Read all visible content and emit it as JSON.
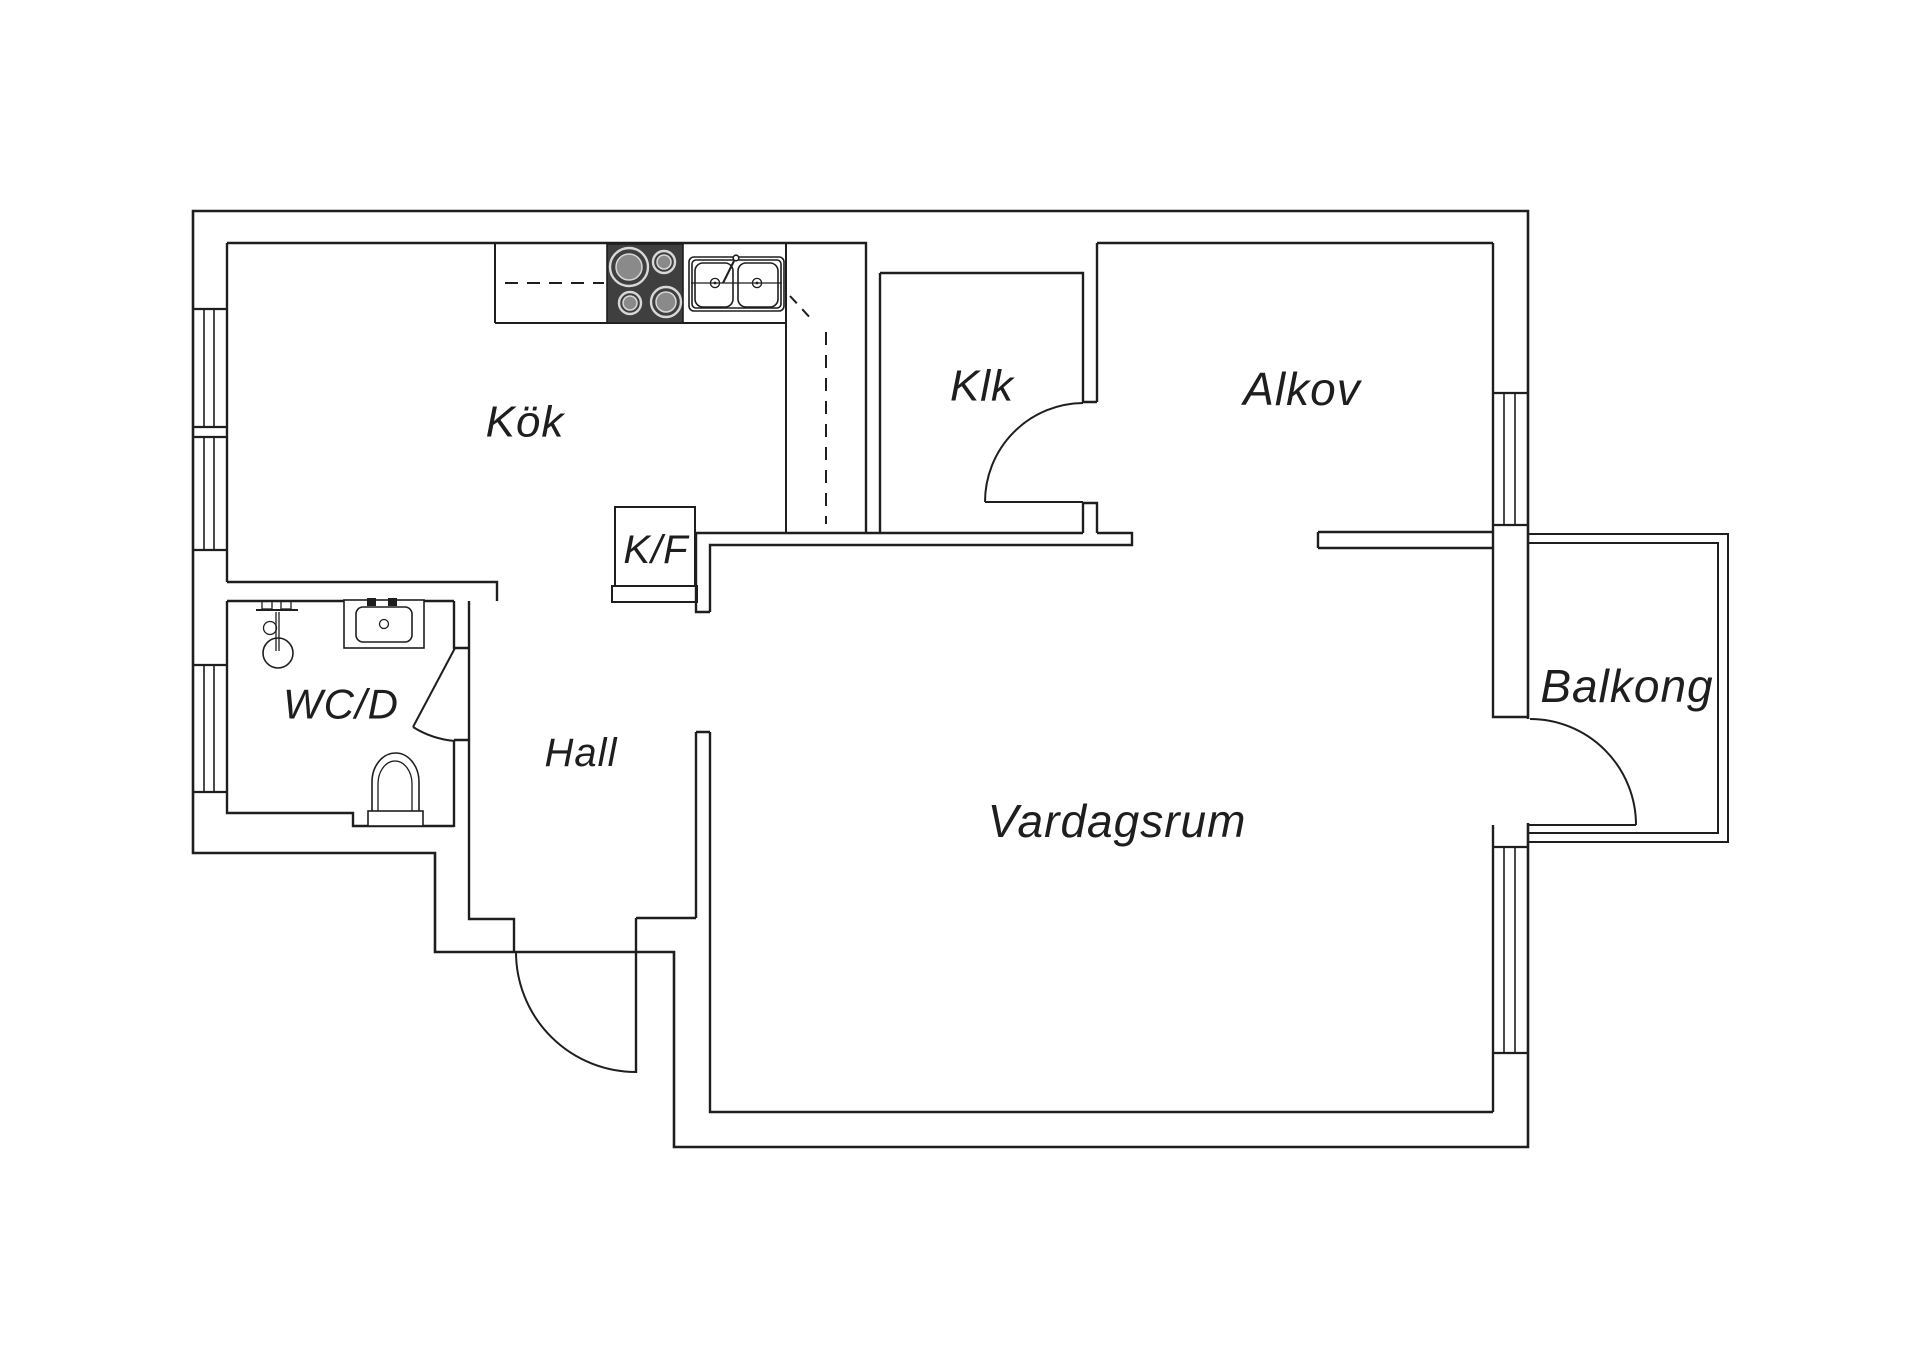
{
  "labels": {
    "kok": "Kök",
    "klk": "Klk",
    "alkov": "Alkov",
    "balkong": "Balkong",
    "wcd": "WC/D",
    "hall": "Hall",
    "vardagsrum": "Vardagsrum",
    "kf": "K/F"
  },
  "colors": {
    "background": "#ffffff",
    "line": "#1e1e1e",
    "text": "#1e1e1e",
    "stove_fill": "#3f3f3f",
    "burner_ring": "#d8d8d8",
    "burner_inner": "#8a8a8a"
  }
}
